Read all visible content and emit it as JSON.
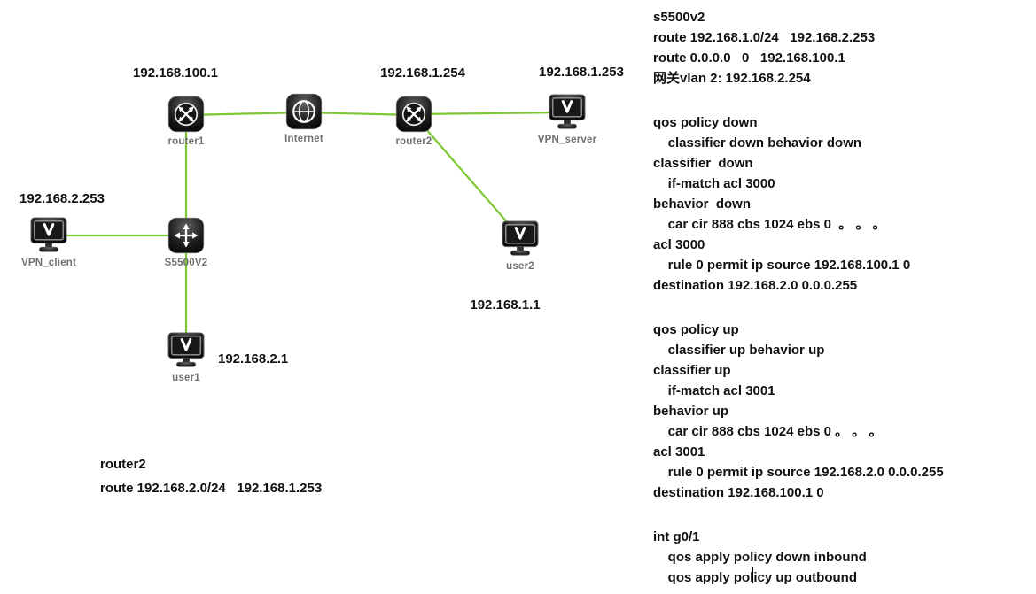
{
  "diagram": {
    "link_color": "#7cc832",
    "nodes": {
      "router1": {
        "label": "router1",
        "ip": "192.168.100.1"
      },
      "internet": {
        "label": "Internet"
      },
      "router2": {
        "label": "router2",
        "ip": "192.168.1.254"
      },
      "vpn_server": {
        "label": "VPN_server",
        "ip": "192.168.1.253"
      },
      "vpn_client": {
        "label": "VPN_client",
        "ip": "192.168.2.253"
      },
      "s5500v2": {
        "label": "S5500V2"
      },
      "user2": {
        "label": "user2",
        "ip": "192.168.1.1"
      },
      "user1": {
        "label": "user1",
        "ip": "192.168.2.1"
      }
    },
    "note_router2": {
      "lines": [
        "router2",
        "route 192.168.2.0/24   192.168.1.253"
      ]
    }
  },
  "config_panel": {
    "lines": [
      "s5500v2",
      "route 192.168.1.0/24   192.168.2.253",
      "route 0.0.0.0   0   192.168.100.1",
      "网关vlan 2: 192.168.2.254",
      "",
      "qos policy down",
      "    classifier down behavior down",
      "classifier  down",
      "    if-match acl 3000",
      "behavior  down",
      "    car cir 888 cbs 1024 ebs 0  。 。 。",
      "acl 3000",
      "    rule 0 permit ip source 192.168.100.1 0",
      "destination 192.168.2.0 0.0.0.255",
      "",
      "qos policy up",
      "    classifier up behavior up",
      "classifier up",
      "    if-match acl 3001",
      "behavior up",
      "    car cir 888 cbs 1024 ebs 0 。 。 。",
      "acl 3001",
      "    rule 0 permit ip source 192.168.2.0 0.0.0.255",
      "destination 192.168.100.1 0",
      "",
      "int g0/1",
      "    qos apply policy down inbound",
      "    qos apply policy up outbound"
    ]
  }
}
